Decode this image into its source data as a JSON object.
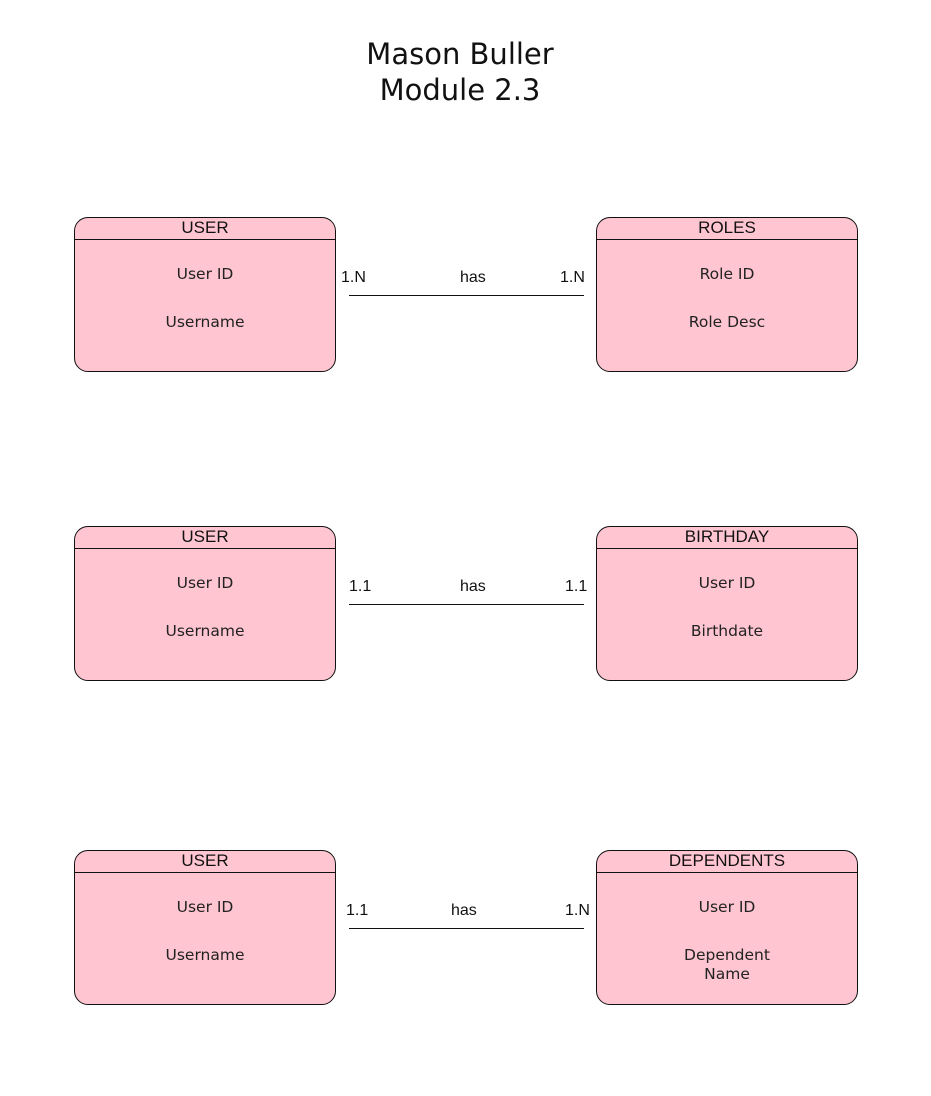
{
  "title": {
    "line1": "Mason Buller",
    "line2": "Module 2.3"
  },
  "relations": [
    {
      "left_entity": {
        "name": "USER",
        "attributes": [
          "User ID",
          "Username"
        ]
      },
      "right_entity": {
        "name": "ROLES",
        "attributes": [
          "Role ID",
          "Role Desc"
        ]
      },
      "verb": "has",
      "left_cardinality": "1.N",
      "right_cardinality": "1.N"
    },
    {
      "left_entity": {
        "name": "USER",
        "attributes": [
          "User ID",
          "Username"
        ]
      },
      "right_entity": {
        "name": "BIRTHDAY",
        "attributes": [
          "User ID",
          "Birthdate"
        ]
      },
      "verb": "has",
      "left_cardinality": "1.1",
      "right_cardinality": "1.1"
    },
    {
      "left_entity": {
        "name": "USER",
        "attributes": [
          "User ID",
          "Username"
        ]
      },
      "right_entity": {
        "name": "DEPENDENTS",
        "attributes": [
          "User ID",
          "Dependent Name"
        ]
      },
      "verb": "has",
      "left_cardinality": "1.1",
      "right_cardinality": "1.N"
    }
  ],
  "colors": {
    "entity_fill": "#ffc5d1",
    "stroke": "#111111"
  }
}
